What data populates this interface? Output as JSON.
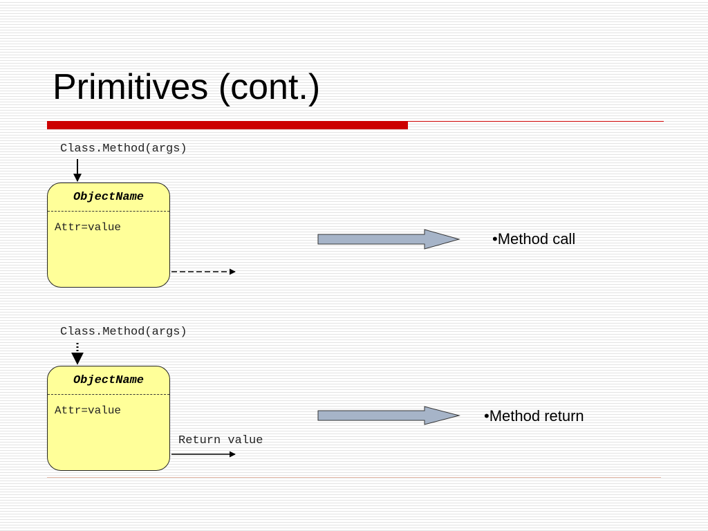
{
  "slide": {
    "title": "Primitives (cont.)"
  },
  "call_example": {
    "signature": "Class.Method(args)",
    "object_name": "ObjectName",
    "attribute": "Attr=value",
    "bullet": "•Method call"
  },
  "return_example": {
    "signature": "Class.Method(args)",
    "object_name": "ObjectName",
    "attribute": "Attr=value",
    "return_label": "Return value",
    "bullet": "•Method return"
  },
  "colors": {
    "accent_red": "#cc0000",
    "object_fill": "#ffff99",
    "block_arrow_fill": "#a6b4c8"
  }
}
